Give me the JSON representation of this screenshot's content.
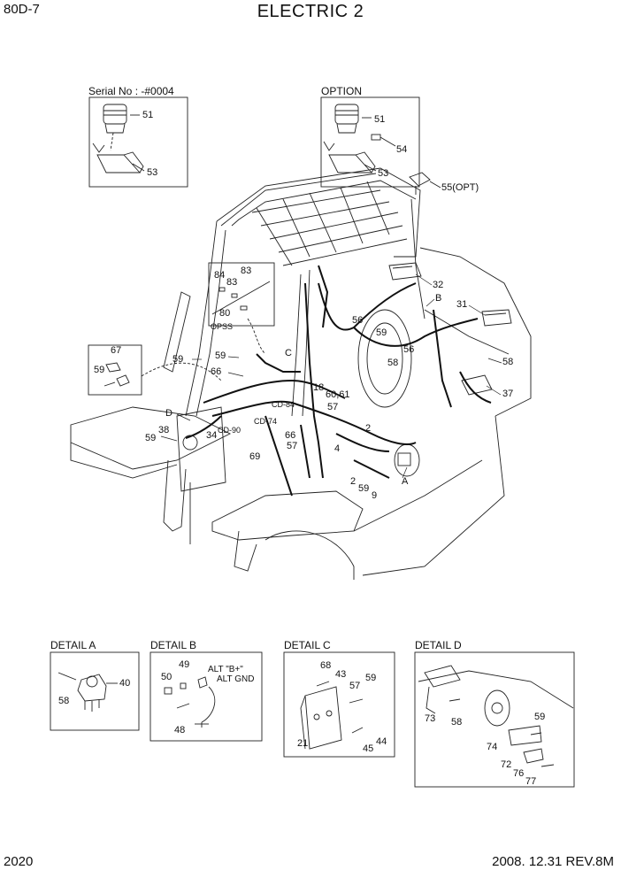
{
  "header": {
    "code": "80D-7",
    "title": "ELECTRIC 2"
  },
  "footer": {
    "page": "2020",
    "date_rev": "2008. 12.31  REV.8M"
  },
  "insets": {
    "serial": {
      "title": "Serial No : -#0004",
      "labels": [
        "51",
        "53"
      ]
    },
    "option": {
      "title": "OPTION",
      "labels": [
        "51",
        "54",
        "53",
        "55(OPT)"
      ]
    },
    "opss": {
      "labels": [
        "84",
        "83",
        "83",
        "80"
      ],
      "caption": "OPSS"
    },
    "clip": {
      "labels": [
        "67",
        "59"
      ]
    }
  },
  "main_labels": [
    "32",
    "B",
    "31",
    "56",
    "59",
    "58",
    "56",
    "58",
    "37",
    "59",
    "59",
    "66",
    "C",
    "18",
    "60,61",
    "57",
    "CD-84",
    "CD-74",
    "D",
    "CD-90",
    "38",
    "59",
    "34",
    "66",
    "57",
    "69",
    "2",
    "4",
    "2",
    "59",
    "9",
    "A"
  ],
  "details": {
    "a": {
      "title": "DETAIL A",
      "labels": [
        "40",
        "58"
      ]
    },
    "b": {
      "title": "DETAIL B",
      "labels": [
        "49",
        "50",
        "48"
      ],
      "alt_b": "ALT \"B+\"",
      "alt_gnd": "ALT GND"
    },
    "c": {
      "title": "DETAIL C",
      "labels": [
        "68",
        "43",
        "57",
        "59",
        "21",
        "44",
        "45"
      ]
    },
    "d": {
      "title": "DETAIL D",
      "labels": [
        "73",
        "58",
        "59",
        "74",
        "72",
        "76",
        "77"
      ]
    }
  }
}
